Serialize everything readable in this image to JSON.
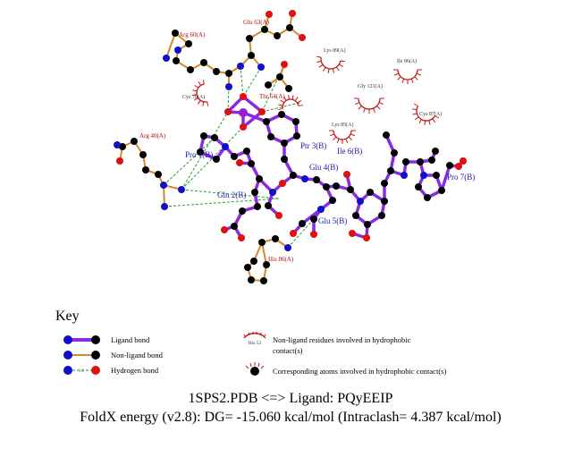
{
  "ligand_residues": [
    "Pro 1(B)",
    "Ptr 3(B)",
    "Glu 4(B)",
    "Ile 6(B)",
    "Gln 2(B)",
    "Glu 5(B)",
    "Pro 7(B)"
  ],
  "bonded_residues": [
    "Glu 63(A)",
    "Arg 60(A)",
    "Thr 64(A)",
    "Arg 40(A)",
    "His 86(A)"
  ],
  "hydrophobic_residues": [
    "Lys 89(A)",
    "Ile 96(A)",
    "Cys 70(A)",
    "Gly 121(A)",
    "Cys 87(A)",
    "Lys 85(A)"
  ],
  "key": {
    "title": "Key",
    "ligand_bond": "Ligand bond",
    "nonligand_bond": "Non-ligand bond",
    "hydrogen_bond": "Hydrogen bond",
    "hb_value": "3.0",
    "his_example": "His 53",
    "hydrophobic_residues_line1": "Non-ligand residues involved in hydrophobic",
    "hydrophobic_residues_line2": "contact(s)",
    "hydrophobic_atoms": "Corresponding atoms involved in hydrophobic contact(s)"
  },
  "caption": {
    "line1": "1SPS2.PDB <=> Ligand: PQyEEIP",
    "line2": "FoldX energy (v2.8): DG= -15.060 kcal/mol (Intraclash= 4.387 kcal/mol)"
  },
  "colors": {
    "ligand_bond": "#8a2be2",
    "nonligand_bond": "#d4892a",
    "hydrogen_bond": "#2a9a2a",
    "hydrophobic": "#c01818",
    "carbon": "#000000",
    "nitrogen": "#1010c8",
    "oxygen": "#e01010",
    "phosphorus": "#9a1fd0"
  }
}
